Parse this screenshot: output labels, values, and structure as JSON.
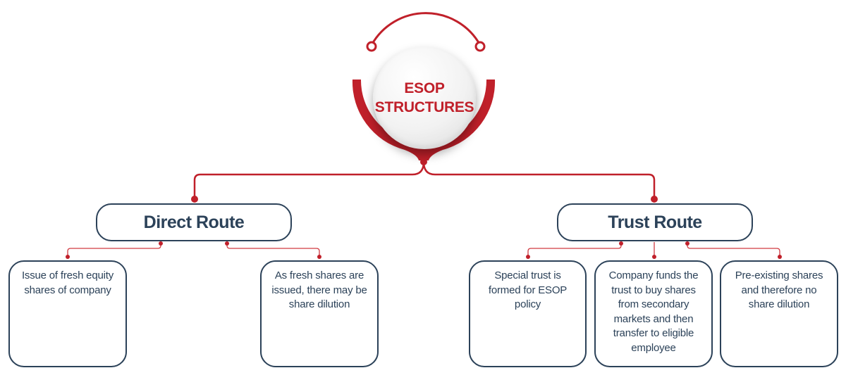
{
  "diagram": {
    "title": "ESOP STRUCTURES",
    "title_lines": [
      "ESOP",
      "STRUCTURES"
    ],
    "colors": {
      "accent": "#c0202a",
      "text": "#2c4259",
      "border": "#2c4259"
    },
    "routes": [
      {
        "label": "Direct Route",
        "items": [
          "Issue of fresh equity shares of company",
          "As fresh shares are issued, there may be share dilution"
        ]
      },
      {
        "label": "Trust Route",
        "items": [
          "Special trust is formed for ESOP policy",
          "Company funds the trust to buy shares from secondary markets and then transfer to eligible employee",
          "Pre-existing shares and therefore no share dilution"
        ]
      }
    ]
  }
}
